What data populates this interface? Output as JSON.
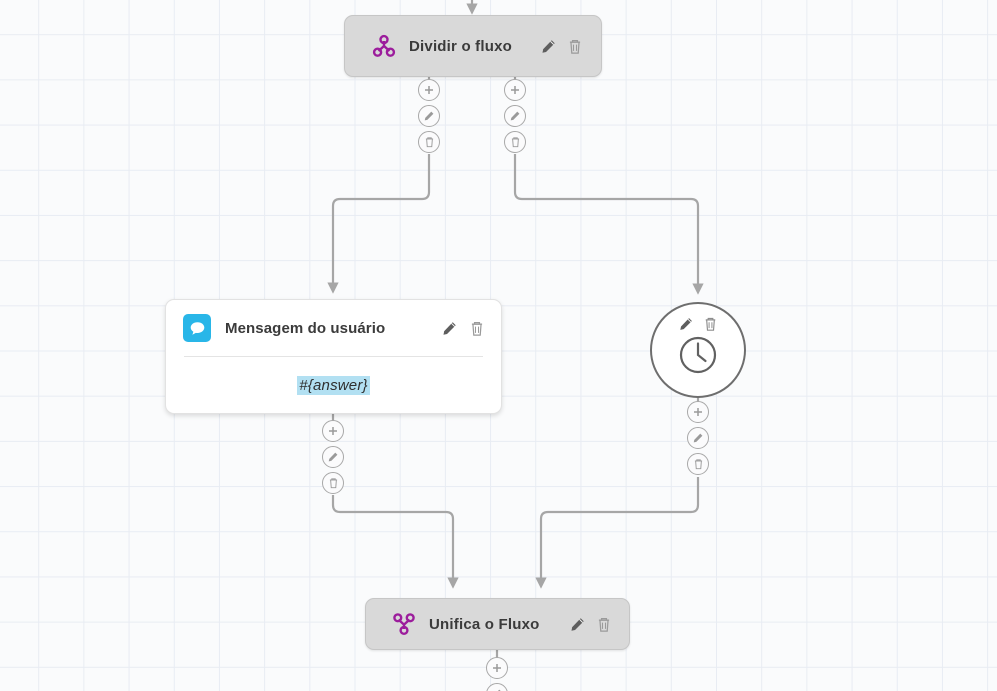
{
  "app": {
    "canvas_name": "flow-editor-canvas",
    "background": "#fafbfc",
    "grid_color": "#e8ecf3",
    "edge_color": "#a6a6a6",
    "accent_purple": "#9c1d9c",
    "accent_cyan": "#29b6e8",
    "highlight_blue": "#b2e0f2"
  },
  "nodes": [
    {
      "id": "split",
      "type": "flow-split",
      "title": "Dividir o fluxo",
      "icon": "split-flow-icon",
      "edit_label": "Editar",
      "delete_label": "Excluir"
    },
    {
      "id": "user-message",
      "type": "user-message-card",
      "title": "Mensagem do usuário",
      "icon": "chat-bubble-icon",
      "body_value": "#{answer}",
      "edit_label": "Editar",
      "delete_label": "Excluir"
    },
    {
      "id": "timer",
      "type": "timer-circle",
      "title": "",
      "icon": "clock-icon",
      "edit_label": "Editar",
      "delete_label": "Excluir"
    },
    {
      "id": "merge",
      "type": "flow-merge",
      "title": "Unifica o Fluxo",
      "icon": "merge-flow-icon",
      "edit_label": "Editar",
      "delete_label": "Excluir"
    }
  ],
  "connector_buttons": {
    "add_label": "+",
    "add_name": "plus-icon",
    "edit_name": "pencil-icon",
    "delete_name": "trash-icon"
  }
}
